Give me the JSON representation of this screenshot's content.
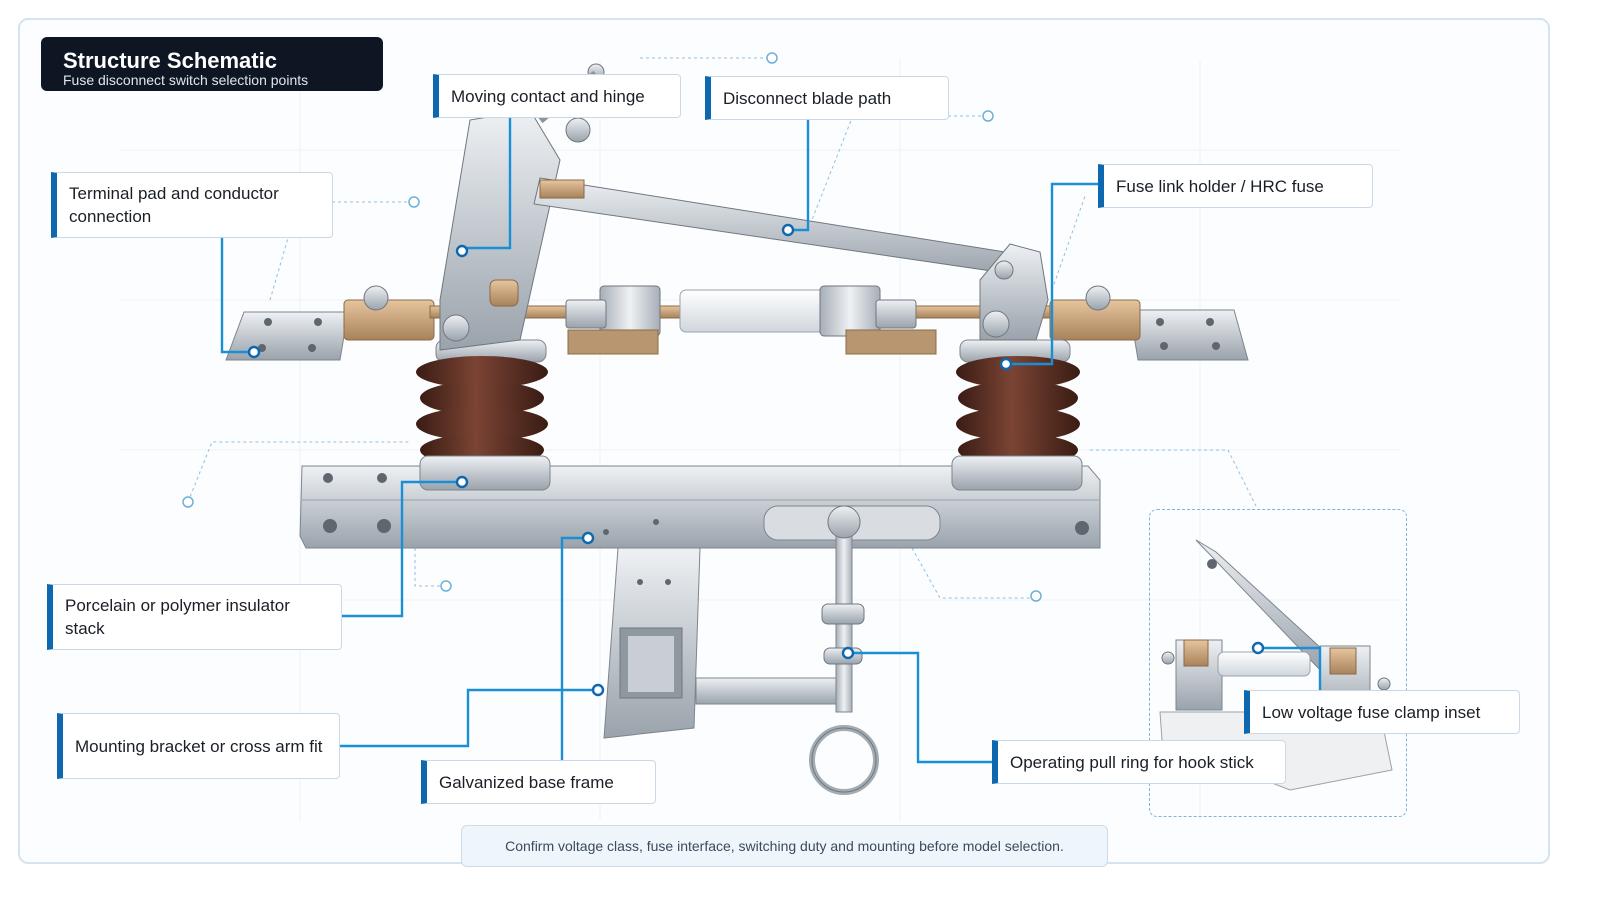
{
  "header": {
    "title": "Structure Schematic",
    "subtitle": "Fuse disconnect switch selection points"
  },
  "callouts": {
    "moving_contact": "Moving contact and hinge",
    "blade_path": "Disconnect blade path",
    "terminal_pad": "Terminal pad and conductor connection",
    "fuse_holder": "Fuse link holder / HRC fuse",
    "insulator": "Porcelain or polymer insulator stack",
    "mounting_bracket": "Mounting bracket or cross arm fit",
    "base_frame": "Galvanized base frame",
    "pull_ring": "Operating pull ring for hook stick",
    "lv_clamp": "Low voltage fuse clamp inset"
  },
  "footer": {
    "note": "Confirm voltage class, fuse interface, switching duty and mounting before model selection."
  },
  "colors": {
    "accent": "#0e68b0",
    "leader": "#1a8fd6",
    "title_bg": "#0d1622",
    "porcelain": "#5a2e22",
    "steel": "#c9ced4"
  }
}
